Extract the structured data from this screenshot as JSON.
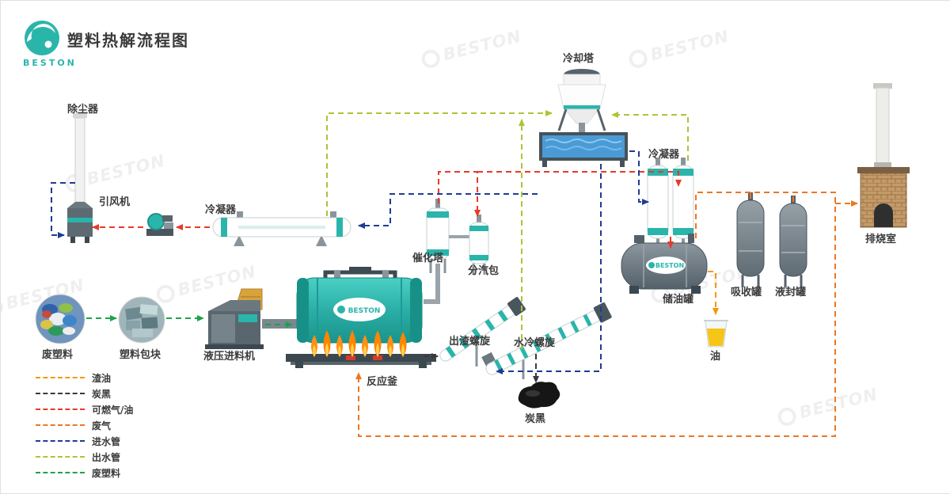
{
  "brand": {
    "name": "BESTON"
  },
  "title": "塑料热解流程图",
  "watermark": {
    "text": "BESTON"
  },
  "reactor": {
    "logo_text": "BESTON"
  },
  "tank": {
    "logo_text": "BESTON"
  },
  "labels": {
    "dust_collector": "除尘器",
    "draft_fan": "引风机",
    "condenser_left": "冷凝器",
    "cooling_tower": "冷却塔",
    "condenser_right": "冷凝器",
    "catalytic_tower": "催化塔",
    "steam_separator": "分汽包",
    "reactor": "反应釜",
    "waste_plastic": "废塑料",
    "plastic_bales": "塑料包块",
    "hydraulic_feeder": "液压进料机",
    "slag_screw": "出渣螺旋",
    "water_cooling_screw": "水冷螺旋",
    "carbon_black": "炭黑",
    "oil_tank": "储油罐",
    "absorption_tank": "吸收罐",
    "liquid_seal_tank": "液封罐",
    "oil": "油",
    "burning_room": "排烧室"
  },
  "legend": {
    "items": [
      {
        "label": "渣油",
        "color": "#f39800"
      },
      {
        "label": "炭黑",
        "color": "#3a3a3a"
      },
      {
        "label": "可燃气/油",
        "color": "#e8392b"
      },
      {
        "label": "废气",
        "color": "#ee7623"
      },
      {
        "label": "进水管",
        "color": "#1e3c94"
      },
      {
        "label": "出水管",
        "color": "#aec436"
      },
      {
        "label": "废塑料",
        "color": "#1fa24a"
      }
    ]
  },
  "colors": {
    "brand": "#2ab5ab",
    "residue": "#f39800",
    "carbon": "#3a3a3a",
    "gasoil": "#e8392b",
    "wastegas": "#ee7623",
    "inwater": "#1e3c94",
    "outwater": "#aec436",
    "plastic": "#1fa24a"
  }
}
